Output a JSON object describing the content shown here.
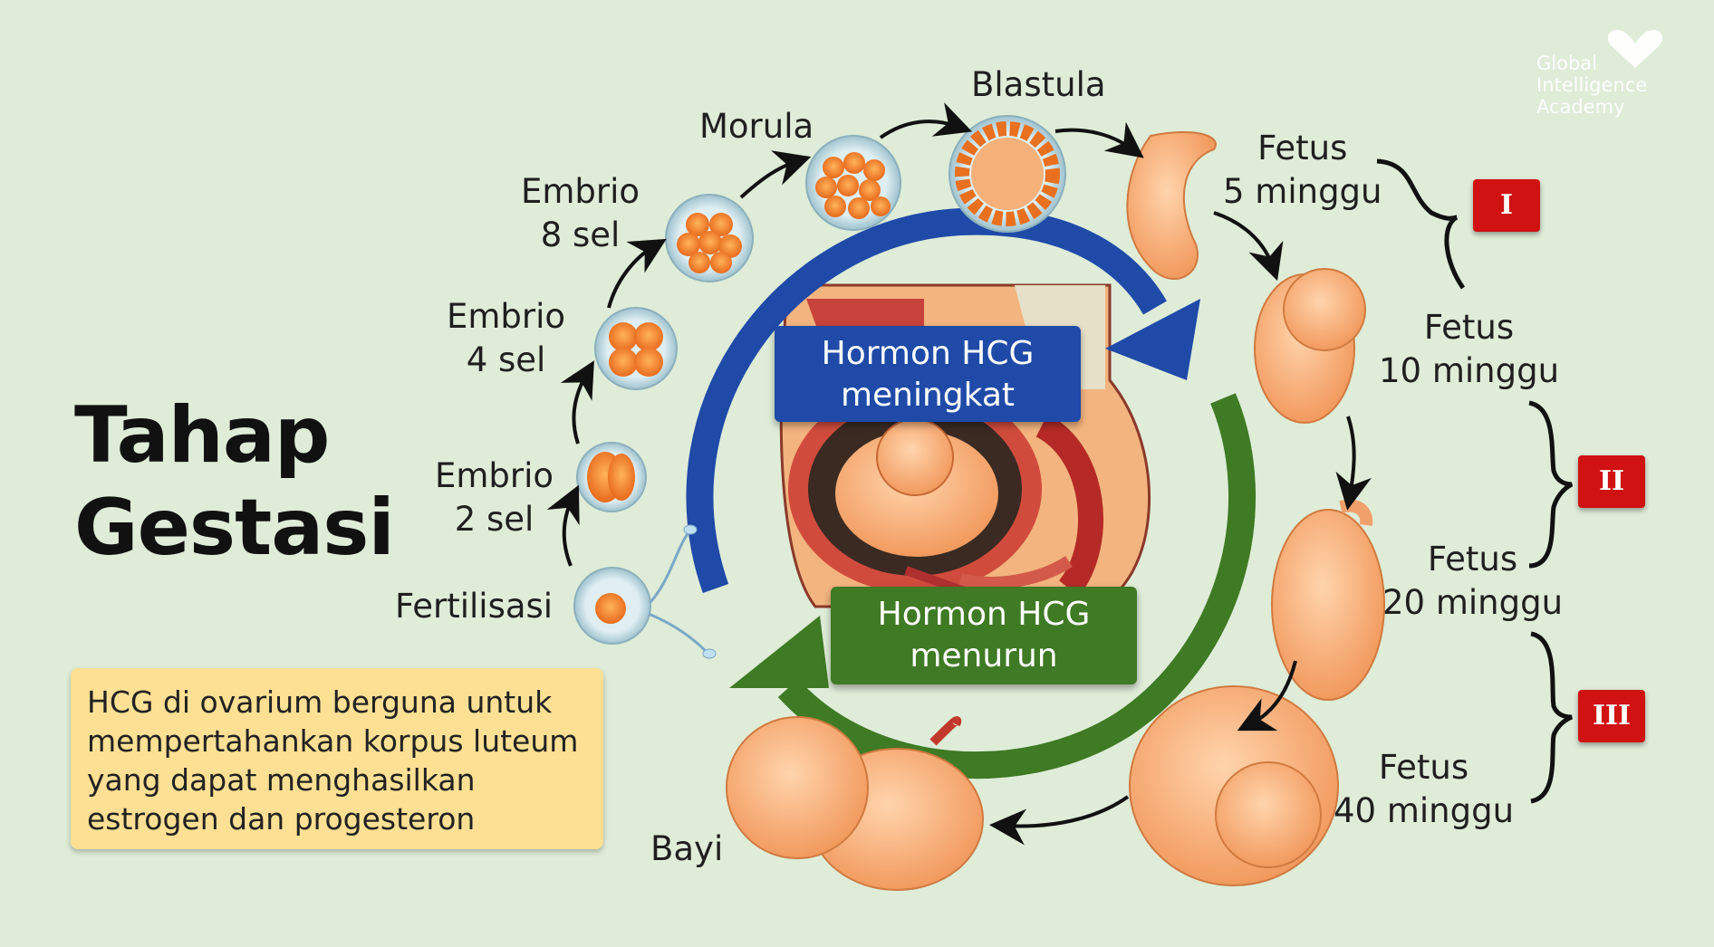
{
  "title": {
    "line1": "Tahap",
    "line2": "Gestasi"
  },
  "stages": {
    "fertilisasi": "Fertilisasi",
    "embrio2": {
      "line1": "Embrio",
      "line2": "2 sel"
    },
    "embrio4": {
      "line1": "Embrio",
      "line2": "4 sel"
    },
    "embrio8": {
      "line1": "Embrio",
      "line2": "8 sel"
    },
    "morula": "Morula",
    "blastula": "Blastula",
    "fetus5": {
      "line1": "Fetus",
      "line2": "5 minggu"
    },
    "fetus10": {
      "line1": "Fetus",
      "line2": "10 minggu"
    },
    "fetus20": {
      "line1": "Fetus",
      "line2": "20 minggu"
    },
    "fetus40": {
      "line1": "Fetus",
      "line2": "40 minggu"
    },
    "bayi": "Bayi"
  },
  "hcg": {
    "up": {
      "line1": "Hormon HCG",
      "line2": "meningkat"
    },
    "down": {
      "line1": "Hormon HCG",
      "line2": "menurun"
    }
  },
  "trimesters": [
    "I",
    "II",
    "III"
  ],
  "note": {
    "line1": "HCG di ovarium berguna untuk",
    "line2": "mempertahankan korpus luteum",
    "line3": "yang dapat menghasilkan",
    "line4": "estrogen dan progesteron"
  },
  "watermark": {
    "line1": "Global",
    "line2": "Intelligence",
    "line3": "Academy"
  },
  "colors": {
    "background": "#deecd8",
    "blue_arrow": "#1f4aa8",
    "green_arrow": "#3f7a24",
    "trimester_badge": "#d01212",
    "note_box": "#fde094"
  }
}
